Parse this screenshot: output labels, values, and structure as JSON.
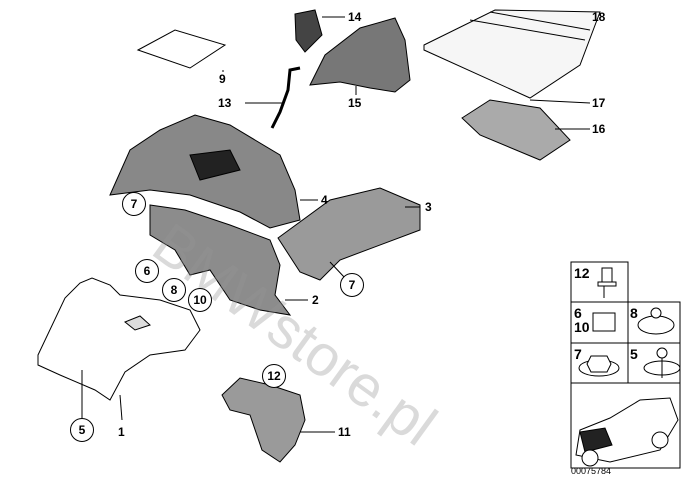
{
  "watermark": "BMWstore.pl",
  "diagram_number": "00075784",
  "callouts": {
    "c1": "1",
    "c2": "2",
    "c3": "3",
    "c4": "4",
    "c5": "5",
    "c6": "6",
    "c7a": "7",
    "c7b": "7",
    "c8": "8",
    "c9": "9",
    "c10": "10",
    "c11": "11",
    "c12": "12",
    "c13": "13",
    "c14": "14",
    "c15": "15",
    "c16": "16",
    "c17": "17",
    "c18": "18"
  },
  "inset": {
    "cell_a": "12",
    "cell_b1": "6",
    "cell_b2": "10",
    "cell_c": "8",
    "cell_d": "7",
    "cell_e": "5"
  }
}
